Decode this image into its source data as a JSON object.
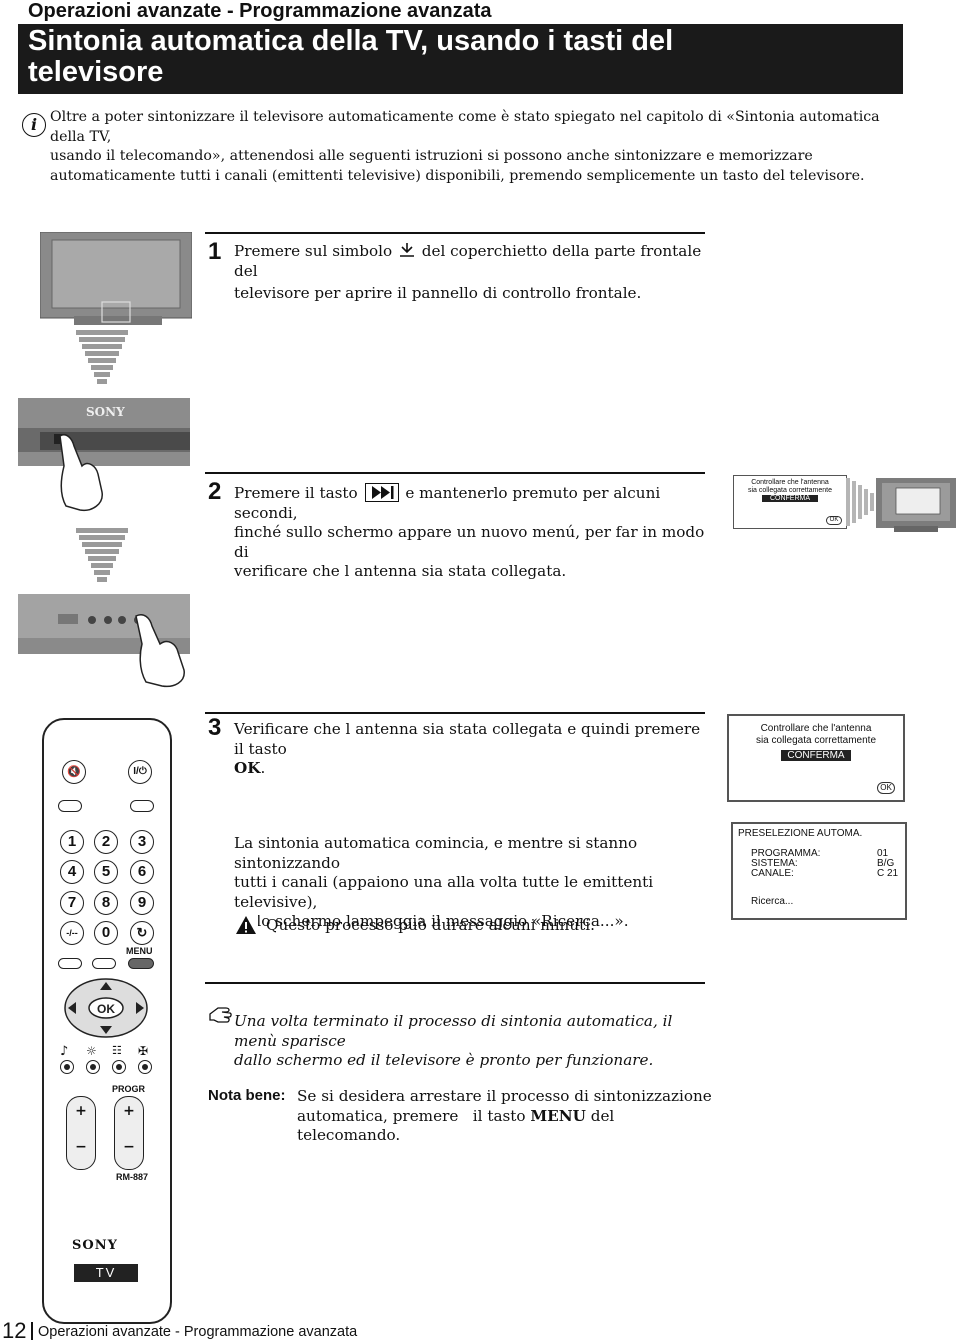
{
  "header": {
    "section": "Operazioni avanzate - Programmazione avanzata",
    "title_line1": "Sintonia automatica della TV, usando i tasti del",
    "title_line2": "televisore"
  },
  "intro": {
    "icon": "i",
    "line1": "Oltre a poter sintonizzare il televisore automaticamente come è stato spiegato nel capitolo di «Sintonia automatica della TV,",
    "line2": "usando il telecomando», attenendosi alle seguenti istruzioni si possono anche sintonizzare e memorizzare",
    "line3": "automaticamente tutti i canali (emittenti televisive) disponibili, premendo semplicemente un tasto del televisore."
  },
  "steps": {
    "s1": {
      "num": "1",
      "line1a": "Premere sul simbolo",
      "line1b": "del coperchietto della parte frontale del",
      "line2": "televisore per aprire il pannello di controllo frontale."
    },
    "s2": {
      "num": "2",
      "line1a": "Premere il tasto",
      "line1b": "e mantenerlo premuto per alcuni secondi,",
      "line2": "finché sullo schermo appare un nuovo menú, per far in modo di",
      "line3": "verificare che l antenna sia stata collegata."
    },
    "s3": {
      "num": "3",
      "line1": "Verificare che l antenna sia stata collegata e quindi premere il tasto",
      "line2": "OK",
      "line2_end": "."
    },
    "s3b": {
      "line1": "La sintonia automatica comincia, e mentre si stanno sintonizzando",
      "line2": "tutti i canali (appaiono una alla volta tutte le emittenti televisive),",
      "line3": "sullo schermo lampeggia il messaggio «Ricerca...».",
      "warning": "Questo processo può durare alcuni minuti."
    },
    "note_italic_line1": "Una volta terminato il processo di sintonia automatica, il menù sparisce",
    "note_italic_line2": "dallo schermo ed il televisore è pronto per funzionare.",
    "nota_label": "Nota bene:",
    "nota_line1": "Se si desidera arrestare il processo di sintonizzazione",
    "nota_line2a": "automatica, premere   il tasto",
    "nota_bold": "MENU",
    "nota_line2b": "del telecomando."
  },
  "tv": {
    "brand": "SONY"
  },
  "osd_small": {
    "line1": "Controllare che l'antenna",
    "line2": "sia collegata correttamente",
    "button": "CONFERMA",
    "ok": "OK"
  },
  "osd_confirm": {
    "line1": "Controllare che l'antenna",
    "line2": "sia collegata correttamente",
    "button": "CONFERMA",
    "ok": "OK"
  },
  "osd_preset": {
    "title": "PRESELEZIONE AUTOMA.",
    "rows": [
      {
        "label": "PROGRAMMA:",
        "value": "01"
      },
      {
        "label": "SISTEMA:",
        "value": "B/G"
      },
      {
        "label": "CANALE:",
        "value": "C 21"
      }
    ],
    "status": "Ricerca..."
  },
  "remote": {
    "power": "I/⏻",
    "digits": [
      "1",
      "2",
      "3",
      "4",
      "5",
      "6",
      "7",
      "8",
      "9",
      "-/--",
      "0"
    ],
    "menu": "MENU",
    "ok": "OK",
    "progr": "PROGR",
    "model": "RM-887",
    "brand": "SONY",
    "tv": "TV"
  },
  "footer": {
    "page": "12",
    "text": "Operazioni avanzate - Programmazione avanzata"
  }
}
